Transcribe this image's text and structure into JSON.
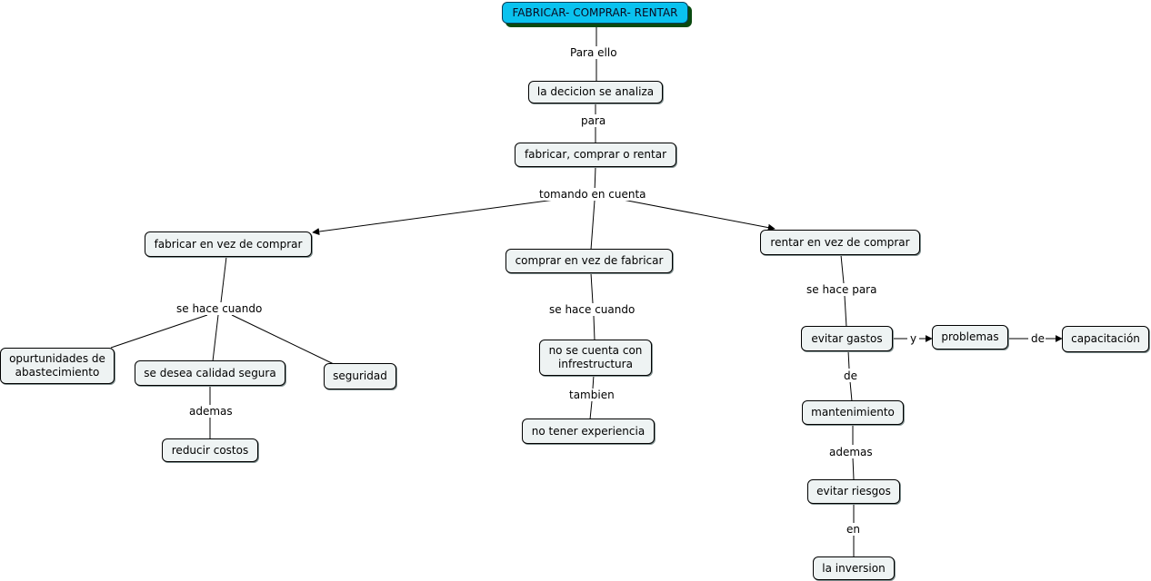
{
  "map": {
    "root": "FABRICAR- COMPRAR- RENTAR",
    "nodes": {
      "decision": "la decicion se analiza",
      "fcr": "fabricar, comprar o rentar",
      "fabricar": "fabricar en vez de comprar",
      "comprar": "comprar en vez de fabricar",
      "rentar": "rentar en vez de comprar",
      "oportunidades": "opurtunidades de abastecimiento",
      "calidad": "se desea calidad segura",
      "seguridad": "seguridad",
      "reducir": "reducir costos",
      "infraestructura": "no se cuenta con infrestructura",
      "experiencia": "no tener experiencia",
      "gastos": "evitar gastos",
      "problemas": "problemas",
      "capacitacion": "capacitación",
      "mantenimiento": "mantenimiento",
      "riesgos": "evitar riesgos",
      "inversion": "la inversion"
    },
    "links": {
      "para_ello": "Para ello",
      "para": "para",
      "tomando": "tomando en cuenta",
      "se_hace_cuando_1": "se hace cuando",
      "se_hace_cuando_2": "se hace cuando",
      "se_hace_para": "se hace para",
      "ademas_1": "ademas",
      "tambien": "tambien",
      "y": "y",
      "de_1": "de",
      "de_2": "de",
      "ademas_2": "ademas",
      "en": "en"
    }
  }
}
